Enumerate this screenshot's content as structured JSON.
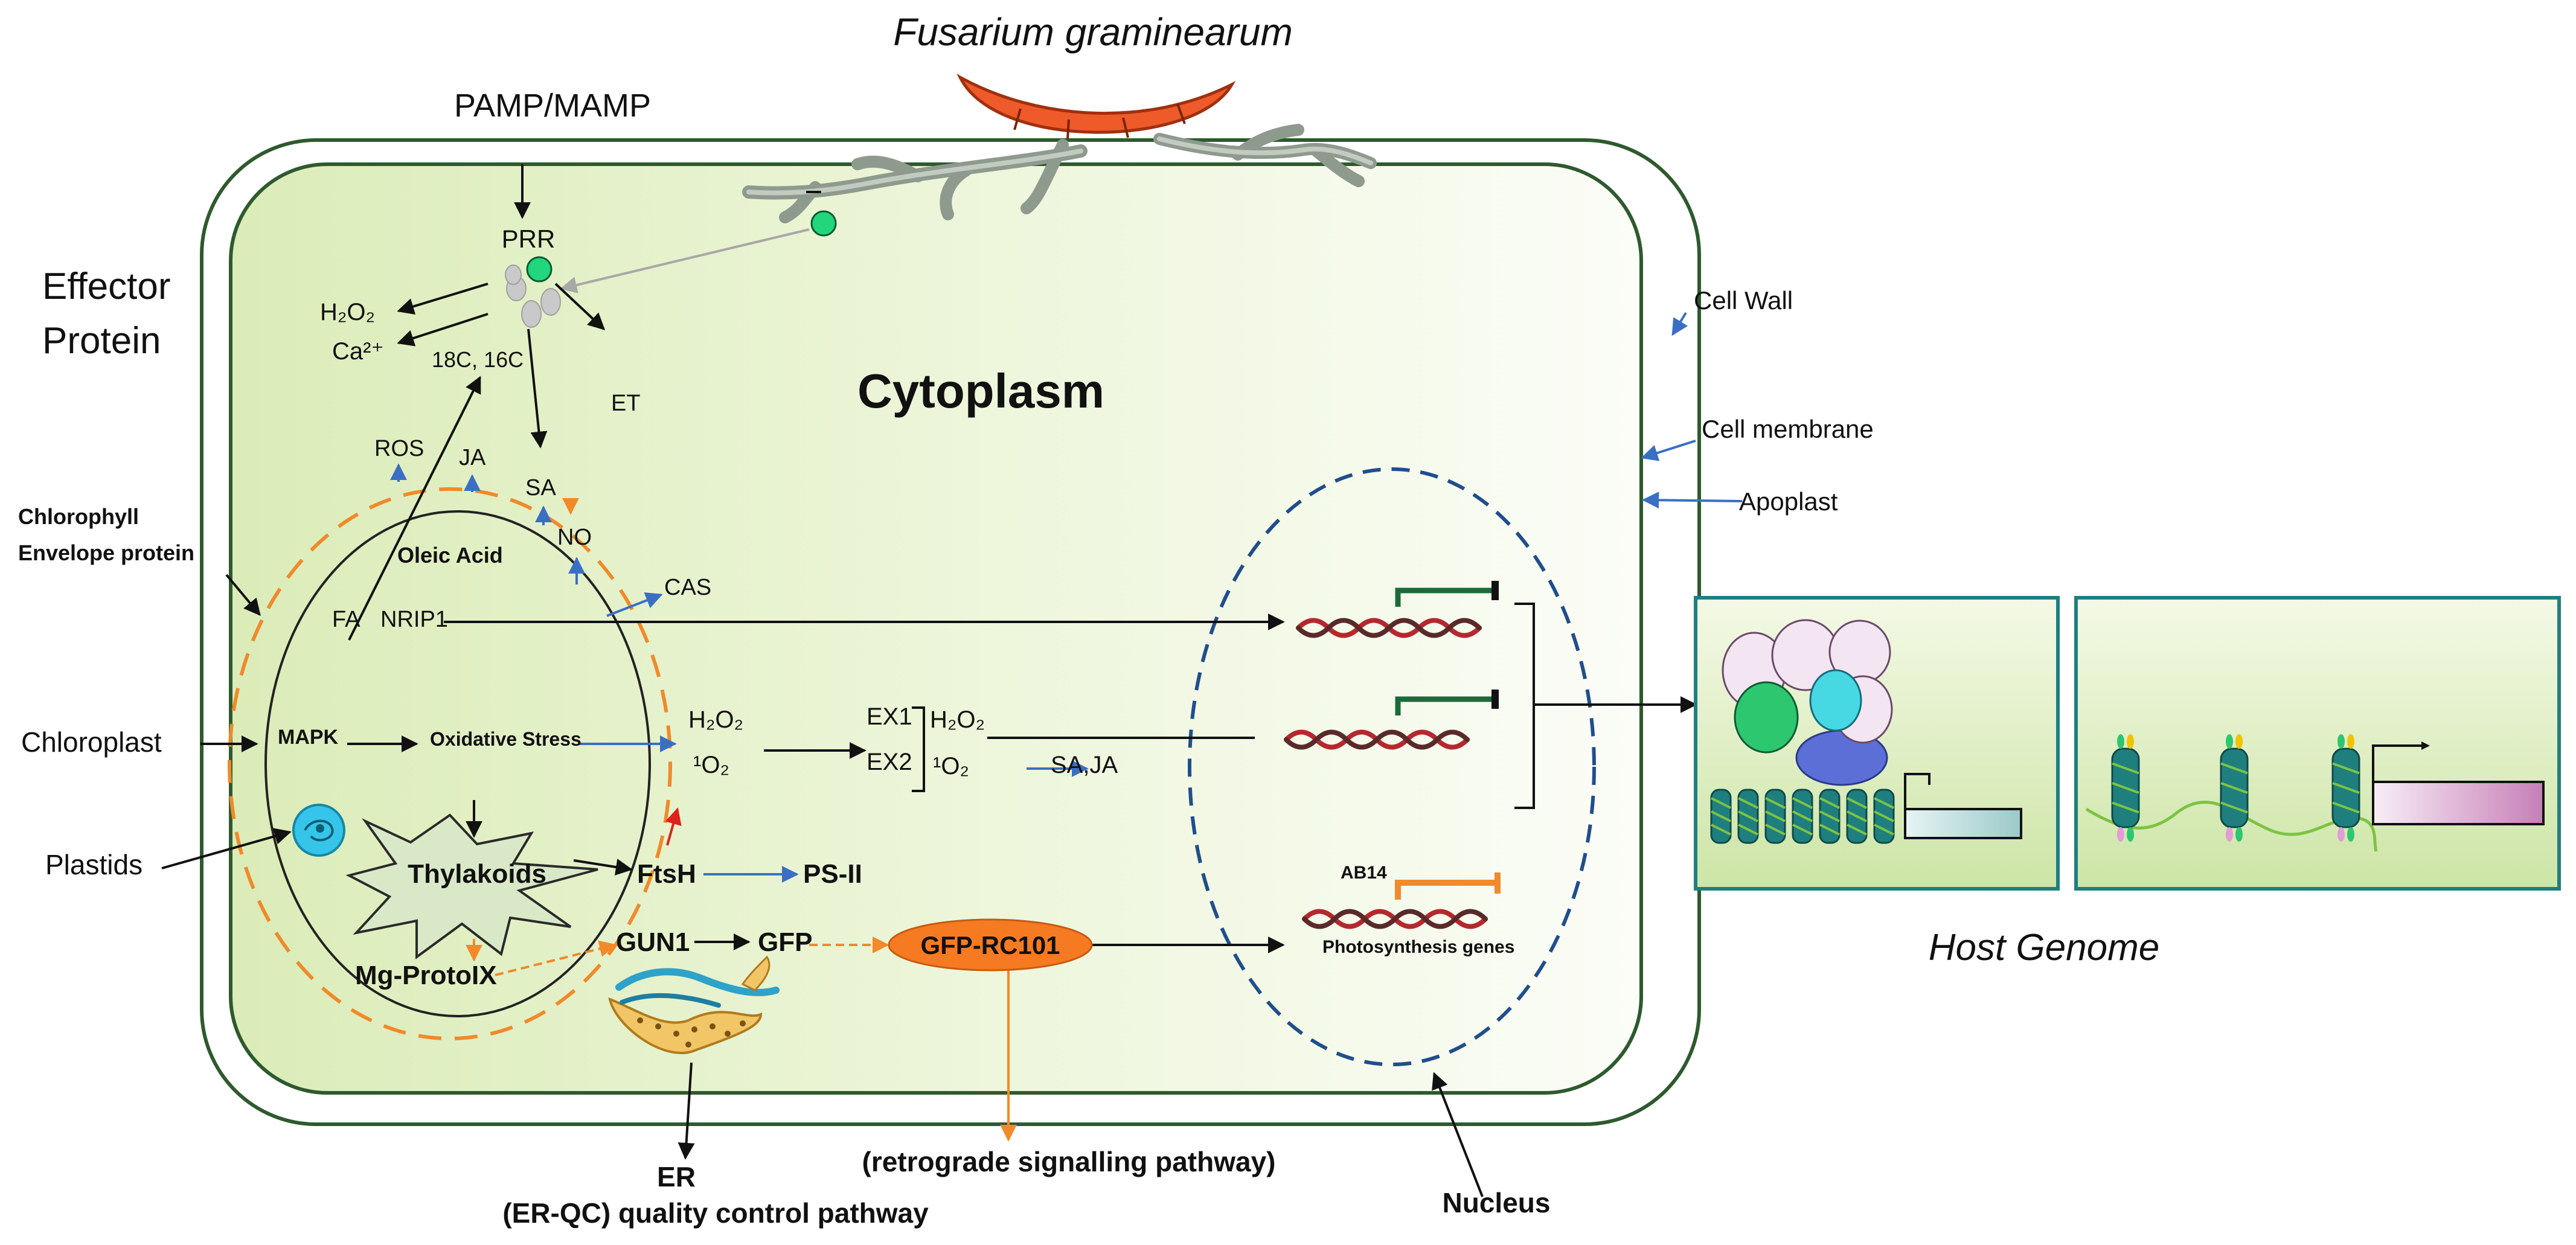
{
  "title": "Fusarium graminearum",
  "compartments": {
    "cytoplasm": "Cytoplasm",
    "cell_wall": "Cell Wall",
    "cell_membrane": "Cell membrane",
    "apoplast": "Apoplast",
    "chloroplast": "Chloroplast",
    "chlorophyll_envelope_line1": "Chlorophyll",
    "chlorophyll_envelope_line2": "Envelope protein",
    "plastids": "Plastids",
    "nucleus": "Nucleus",
    "effector_line1": "Effector",
    "effector_line2": "Protein",
    "er": "ER",
    "er_pathway": "(ER-QC) quality control pathway",
    "retrograde": "(retrograde signalling pathway)",
    "host_genome": "Host Genome"
  },
  "signals": {
    "pamp": "PAMP/MAMP",
    "prr": "PRR",
    "h2o2_top": "H₂O₂",
    "ca": "Ca²⁺",
    "fa_chain": "18C, 16C",
    "et": "ET",
    "ros": "ROS",
    "ja": "JA",
    "sa": "SA",
    "no": "NO",
    "oleic_acid": "Oleic Acid",
    "cas": "CAS",
    "fa": "FA",
    "nrip1": "NRIP1",
    "mapk": "MAPK",
    "oxidative_stress": "Oxidative Stress",
    "h2o2_mid": "H₂O₂",
    "singlet_o2_mid": "¹O₂",
    "ex1": "EX1",
    "ex2": "EX2",
    "h2o2_ex": "H₂O₂",
    "singlet_o2_ex": "¹O₂",
    "sa_ja": "SA,JA",
    "thylakoids": "Thylakoids",
    "ftsh": "FtsH",
    "ps2": "PS-II",
    "gun1": "GUN1",
    "gfp": "GFP",
    "gfp_rc101": "GFP-RC101",
    "mg_proto": "Mg-ProtoIX",
    "ab14": "AB14",
    "photosynthesis_genes": "Photosynthesis genes"
  },
  "colors": {
    "cell_outline": "#2e5a2e",
    "cytoplasm_fill": "#e6f2c8",
    "chloroplast_envelope": "#f08a2a",
    "nucleus_outline": "#1f4e8c",
    "blue_arrow": "#3a6fc4",
    "orange_arrow": "#f08a2a",
    "red_arrow": "#e0201a",
    "fungus_spore": "#ee5a2a",
    "hypha": "#9aa79a",
    "gfp_oval": "#f57a22",
    "dna": "#b5282e",
    "genome_box": "#1f7f7f"
  }
}
